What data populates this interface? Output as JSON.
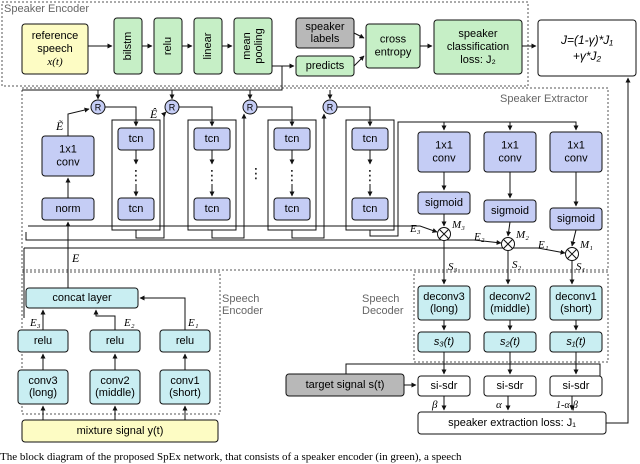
{
  "sections": {
    "speaker_encoder": "Speaker Encoder",
    "speaker_extractor": "Speaker Extractor",
    "speech_encoder": [
      "Speech",
      "Encoder"
    ],
    "speech_decoder": [
      "Speech",
      "Decoder"
    ]
  },
  "blocks": {
    "reference_speech": [
      "reference",
      "speech"
    ],
    "reference_var": "x(t)",
    "bilstm": "bilstm",
    "relu": "relu",
    "linear": "linear",
    "mean_pooling": [
      "mean",
      "pooling"
    ],
    "speaker_labels": [
      "speaker",
      "labels"
    ],
    "predicts": "predicts",
    "cross_entropy": [
      "cross",
      "entropy"
    ],
    "speaker_classification_loss": [
      "speaker",
      "classification",
      "loss: J₂"
    ],
    "total_loss": [
      "J=(1-γ)*J₁",
      "+γ*J₂"
    ],
    "conv_1x1": [
      "1x1",
      "conv"
    ],
    "norm": "norm",
    "tcn": "tcn",
    "sigmoid": "sigmoid",
    "r": "R",
    "concat_layer": "concat layer",
    "conv3": [
      "conv3",
      "(long)"
    ],
    "conv2": [
      "conv2",
      "(middle)"
    ],
    "conv1": [
      "conv1",
      "(short)"
    ],
    "deconv3": [
      "deconv3",
      "(long)"
    ],
    "deconv2": [
      "deconv2",
      "(middle)"
    ],
    "deconv1": [
      "deconv1",
      "(short)"
    ],
    "s3": "s₃(t)",
    "s2": "s₂(t)",
    "s1": "s₁(t)",
    "target_signal": "target signal s(t)",
    "si_sdr": "si-sdr",
    "speaker_extraction_loss": "speaker extraction loss: J₁",
    "mixture_signal": "mixture signal y(t)"
  },
  "symbols": {
    "E_tilde": "Ẽ",
    "E_hat": "Ê",
    "E": "E",
    "E1": "E₁",
    "E2": "E₂",
    "E3": "E₃",
    "M1": "M₁",
    "M2": "M₂",
    "M3": "M₃",
    "S1": "S₁",
    "S2": "S₂",
    "S3": "S₃",
    "beta": "β",
    "alpha": "α",
    "one_minus": "1-α-β",
    "multiply": "⊗",
    "vdots": "⋮"
  },
  "caption": "The block diagram of the proposed SpEx network, that consists of a speaker encoder (in green), a speech",
  "colors": {
    "yellow": "#fdfcc4",
    "green": "#c6efc6",
    "blue": "#c5cdf5",
    "cyan": "#c9eef2",
    "gray": "#b8b8b8",
    "white": "#ffffff",
    "stroke": "#111111",
    "dash": "#555555"
  }
}
